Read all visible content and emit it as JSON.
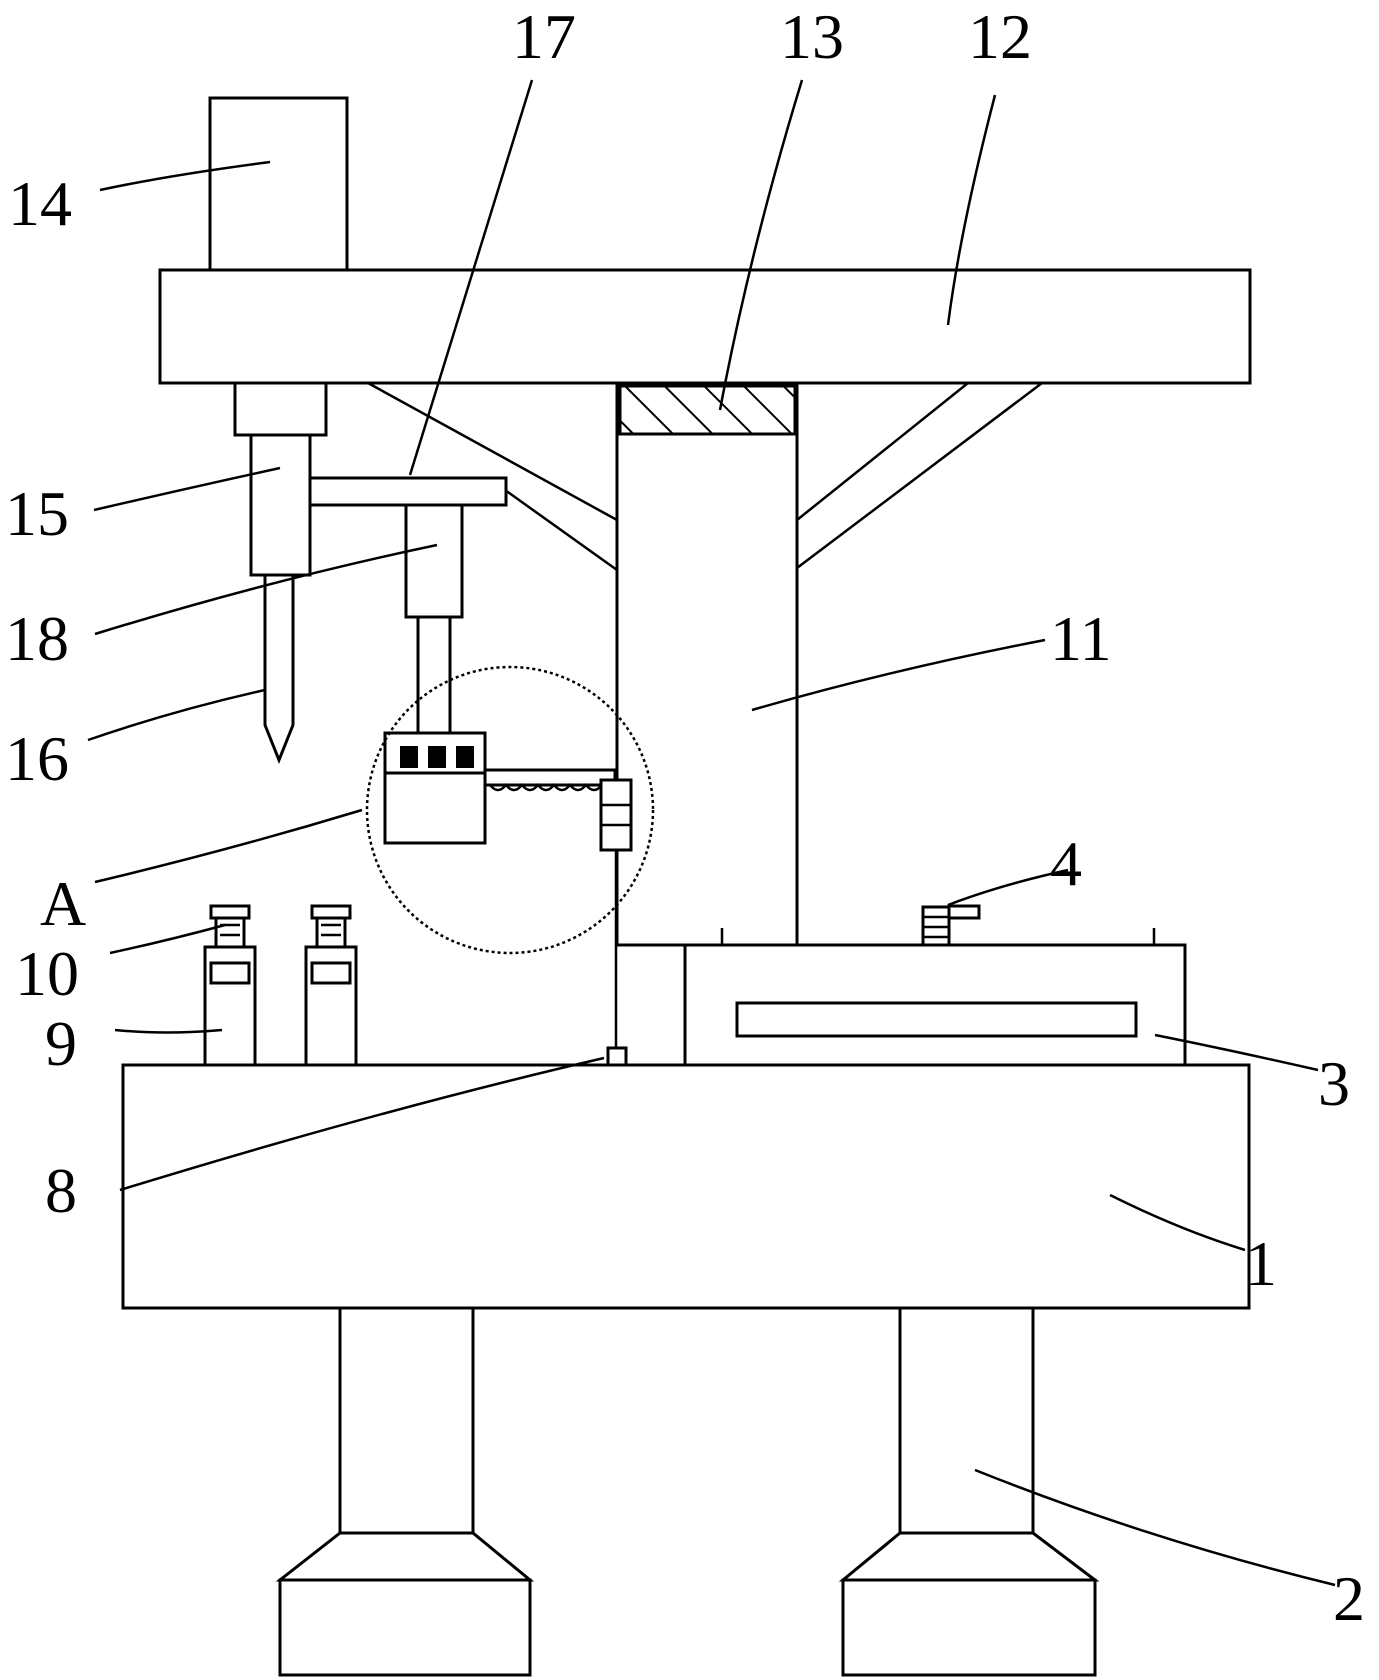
{
  "labels": {
    "l1": "1",
    "l2": "2",
    "l3": "3",
    "l4": "4",
    "l8": "8",
    "l9": "9",
    "l10": "10",
    "l11": "11",
    "l12": "12",
    "l13": "13",
    "l14": "14",
    "l15": "15",
    "l16": "16",
    "l17": "17",
    "l18": "18",
    "lA": "A"
  }
}
